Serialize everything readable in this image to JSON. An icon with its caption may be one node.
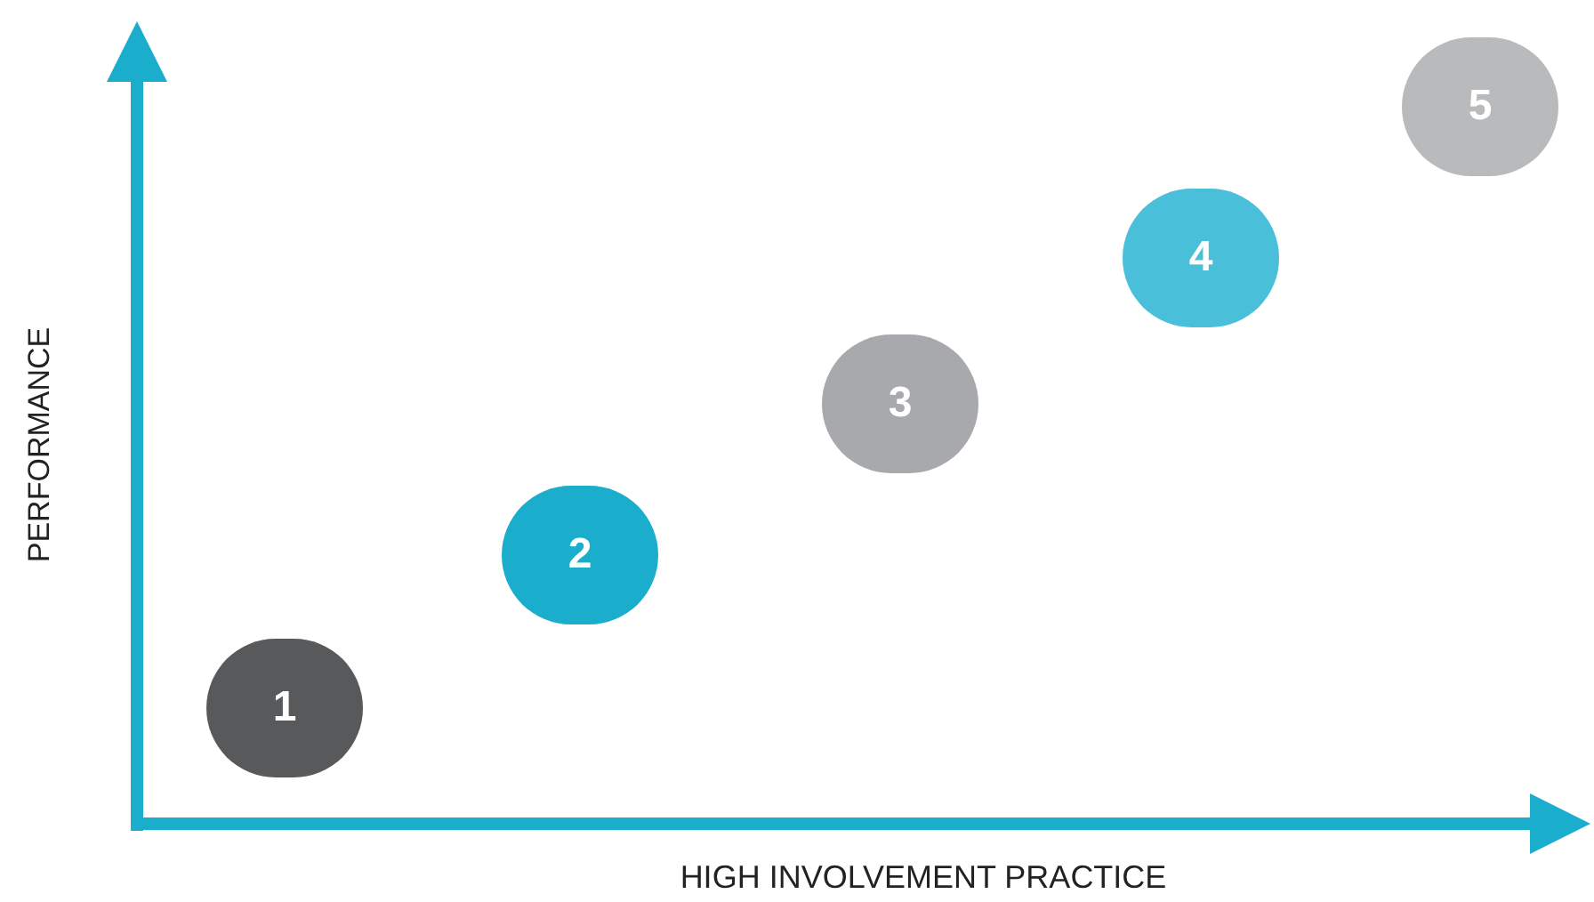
{
  "diagram": {
    "nodes": [
      {
        "text": [
          "1"
        ]
      },
      {
        "text": [
          "2"
        ]
      },
      {
        "text": [
          "3"
        ]
      },
      {
        "text": [
          "4"
        ]
      },
      {
        "text": [
          "5"
        ]
      }
    ],
    "labels": [
      "PERFORMANCE",
      "HIGH INVOLVEMENT PRACTICE"
    ]
  }
}
